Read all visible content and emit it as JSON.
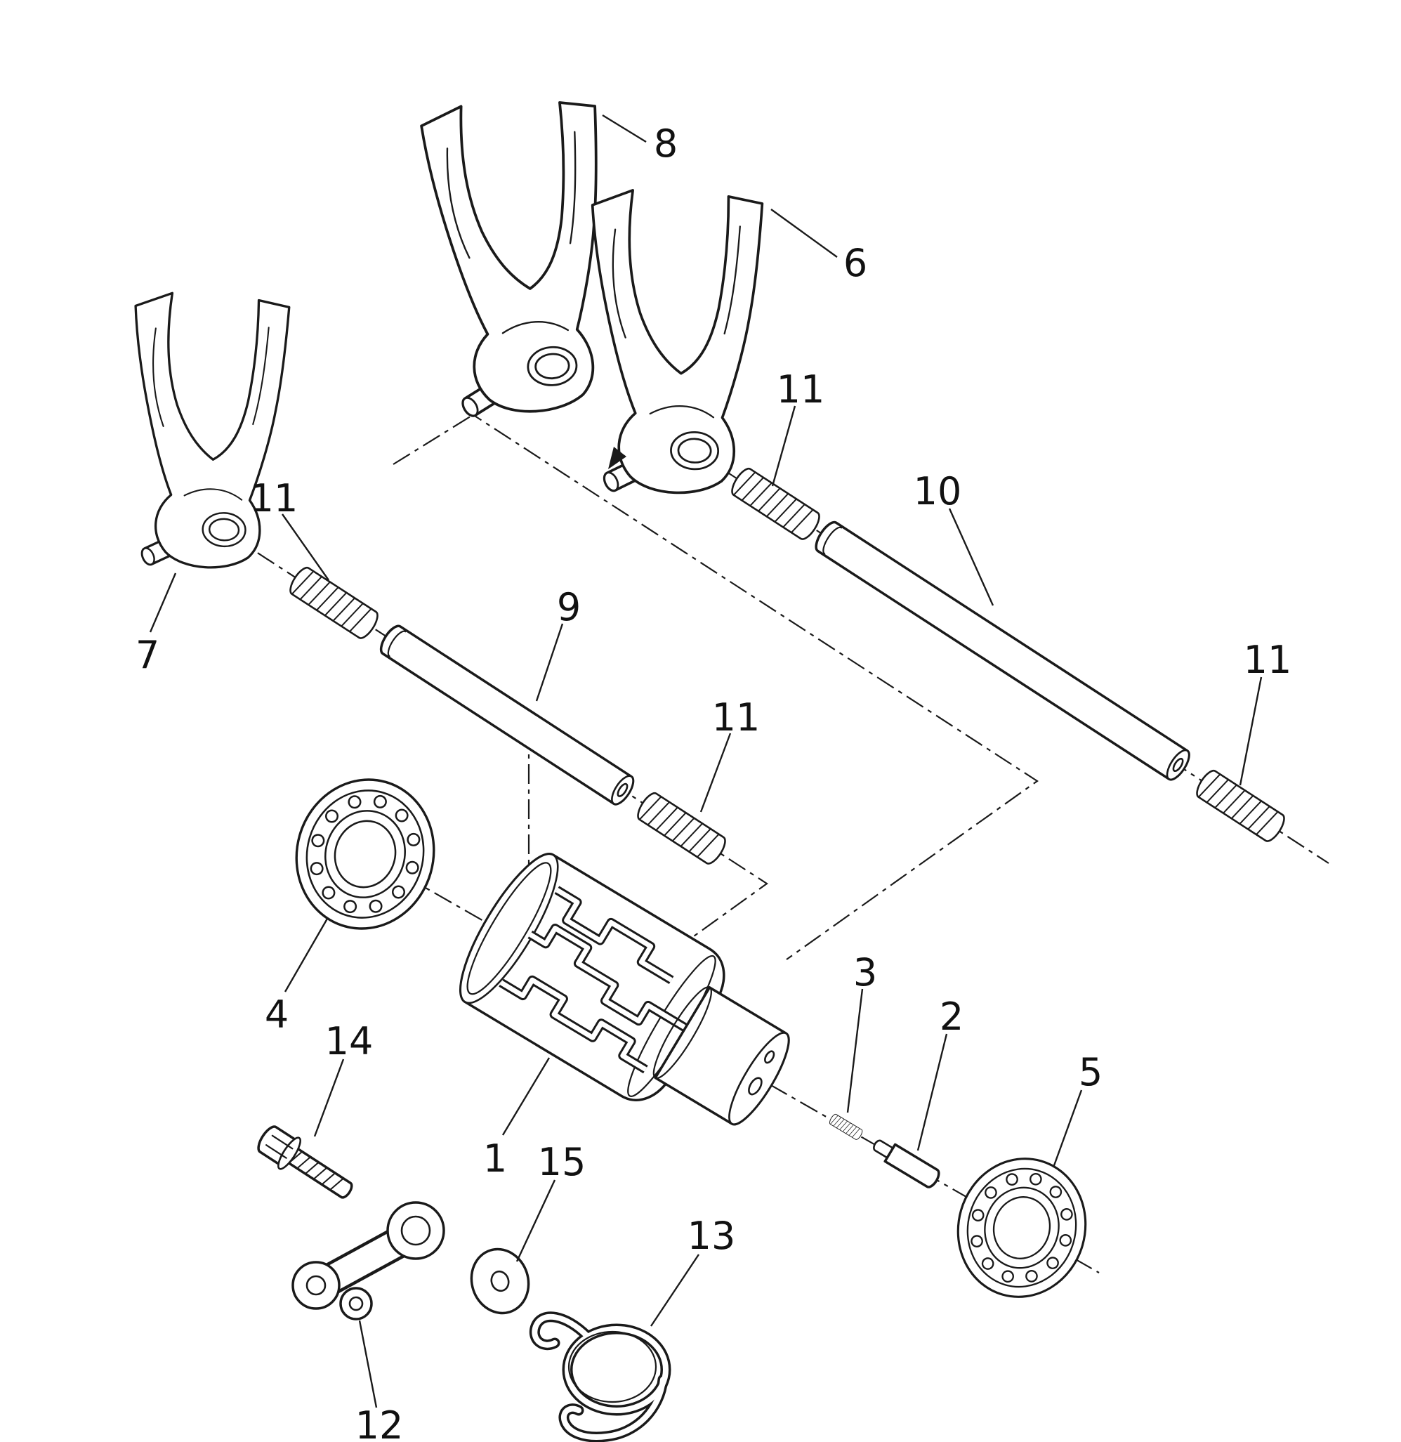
{
  "page": {
    "background": "#ffffff",
    "line_color": "#1a1a1a"
  },
  "diagram": {
    "kind": "exploded-parts-diagram",
    "callouts": [
      {
        "part": "8"
      },
      {
        "part": "6"
      },
      {
        "part": "7"
      },
      {
        "part": "11"
      },
      {
        "part": "10"
      },
      {
        "part": "11"
      },
      {
        "part": "9"
      },
      {
        "part": "11"
      },
      {
        "part": "11"
      },
      {
        "part": "4"
      },
      {
        "part": "1"
      },
      {
        "part": "3"
      },
      {
        "part": "2"
      },
      {
        "part": "5"
      },
      {
        "part": "14"
      },
      {
        "part": "15"
      },
      {
        "part": "13"
      },
      {
        "part": "12"
      }
    ]
  }
}
